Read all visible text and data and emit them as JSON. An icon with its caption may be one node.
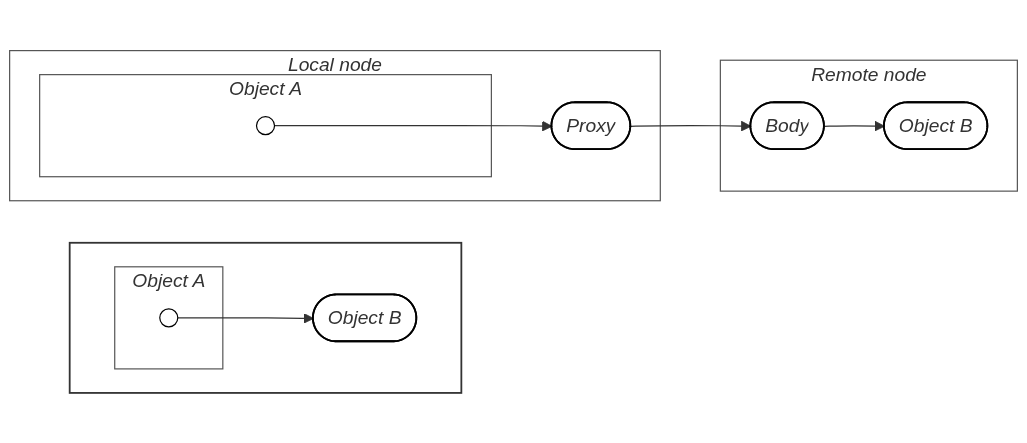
{
  "diagram": {
    "nodes": [
      {
        "text": [],
        "shape": "box"
      },
      {
        "text": [
          "Object A"
        ],
        "in": 0
      },
      {
        "text": [],
        "shape": "circle",
        "in": 1
      },
      {
        "text": [
          "Object B"
        ],
        "in": 0
      },
      {
        "text": [
          "Local node"
        ]
      },
      {
        "text": [
          "Object A"
        ],
        "in": 4
      },
      {
        "text": [],
        "shape": "circle",
        "in": 5
      },
      {
        "text": [
          "Proxy"
        ],
        "in": 4
      },
      {
        "text": [
          "Remote node"
        ]
      },
      {
        "text": [
          "Body"
        ],
        "in": 8
      },
      {
        "text": [
          "Object B"
        ],
        "in": 8
      }
    ],
    "edges": [
      {
        "from": 2,
        "to": 3,
        "arrow": "to"
      },
      {
        "from": 6,
        "to": 7,
        "arrow": "to"
      },
      {
        "from": 7,
        "to": 9,
        "arrow": "to"
      },
      {
        "from": 9,
        "to": 10,
        "arrow": "to"
      }
    ]
  }
}
